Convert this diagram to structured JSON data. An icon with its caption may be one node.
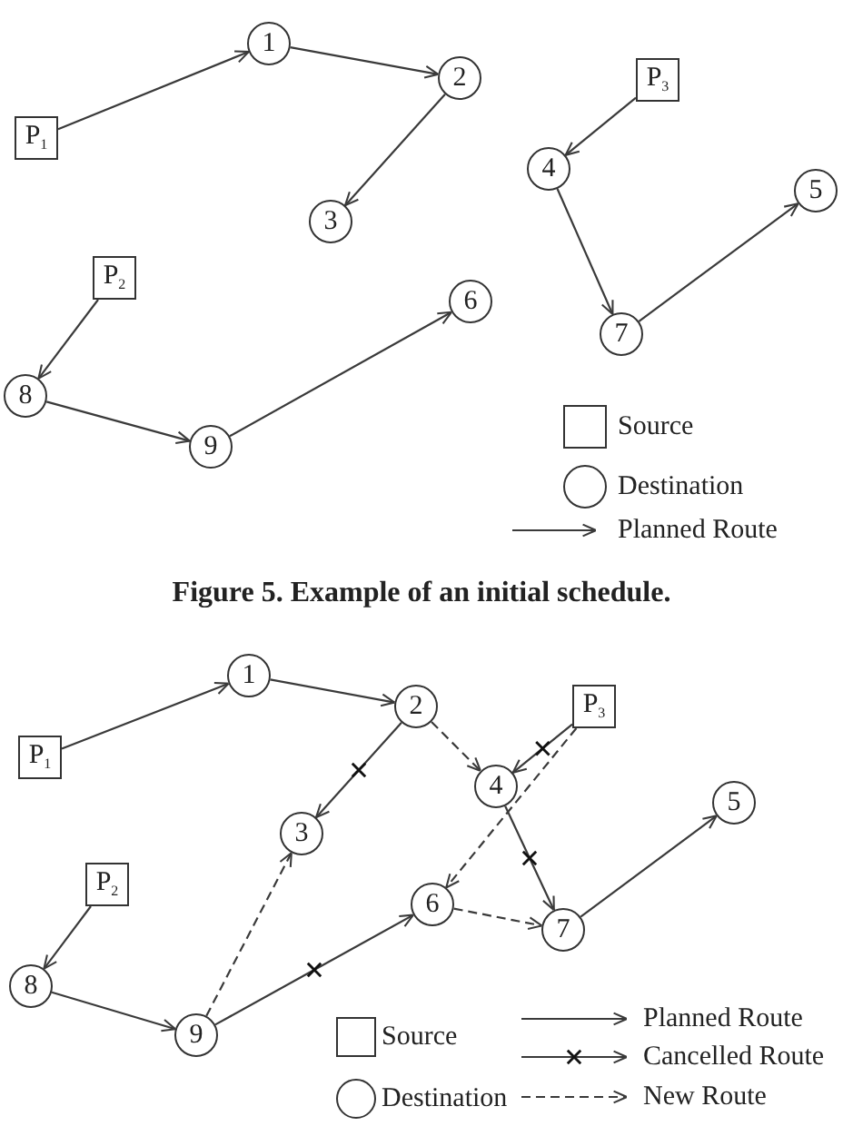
{
  "diagram": {
    "caption": "Figure 5. Example of an initial schedule.",
    "nodes": [
      {
        "text": [
          "1"
        ]
      },
      {
        "text": [
          "2"
        ]
      },
      {
        "text": [
          "P$_{3}$"
        ]
      },
      {
        "text": [
          "P$_{1}$"
        ]
      },
      {
        "text": [
          "4"
        ]
      },
      {
        "text": [
          "5"
        ]
      },
      {
        "text": [
          "3"
        ]
      },
      {
        "text": [
          "P$_{2}$"
        ]
      },
      {
        "text": [
          "6"
        ]
      },
      {
        "text": [
          "7"
        ]
      },
      {
        "text": [
          "8"
        ]
      },
      {
        "text": [
          "9"
        ]
      },
      {
        "text": [
          "1"
        ]
      },
      {
        "text": [
          "2"
        ]
      },
      {
        "text": [
          "P$_{3}$"
        ]
      },
      {
        "text": [
          "P$_{1}$"
        ]
      },
      {
        "text": [
          "4"
        ]
      },
      {
        "text": [
          "5"
        ]
      },
      {
        "text": [
          "3"
        ]
      },
      {
        "text": [
          "P$_{2}$"
        ]
      },
      {
        "text": [
          "6"
        ]
      },
      {
        "text": [
          "7"
        ]
      },
      {
        "text": [
          "8"
        ]
      },
      {
        "text": [
          "9"
        ]
      }
    ],
    "edges": [
      {
        "from": 3,
        "to": 0,
        "arrow": "to"
      },
      {
        "from": 0,
        "to": 1,
        "arrow": "to"
      },
      {
        "from": 1,
        "to": 6,
        "arrow": "to"
      },
      {
        "from": 2,
        "to": 4,
        "arrow": "to"
      },
      {
        "from": 4,
        "to": 9,
        "arrow": "to"
      },
      {
        "from": 9,
        "to": 5,
        "arrow": "to"
      },
      {
        "from": 7,
        "to": 10,
        "arrow": "to"
      },
      {
        "from": 10,
        "to": 11,
        "arrow": "to"
      },
      {
        "from": 11,
        "to": 8,
        "arrow": "to"
      },
      {
        "from": 15,
        "to": 12,
        "arrow": "to"
      },
      {
        "from": 12,
        "to": 13,
        "arrow": "to"
      },
      {
        "from": 13,
        "to": 18,
        "arrow": "to"
      },
      {
        "from": 13,
        "to": 16,
        "arrow": "to",
        "style": "dashed"
      },
      {
        "from": 14,
        "to": 16,
        "arrow": "to"
      },
      {
        "from": 14,
        "to": 20,
        "arrow": "to",
        "style": "dashed"
      },
      {
        "from": 16,
        "to": 21,
        "arrow": "to"
      },
      {
        "from": 21,
        "to": 17,
        "arrow": "to"
      },
      {
        "from": 19,
        "to": 22,
        "arrow": "to"
      },
      {
        "from": 22,
        "to": 23,
        "arrow": "to"
      },
      {
        "from": 23,
        "to": 18,
        "arrow": "to",
        "style": "dashed"
      },
      {
        "from": 23,
        "to": 20,
        "arrow": "to"
      },
      {
        "from": 20,
        "to": 21,
        "arrow": "to",
        "style": "dashed"
      }
    ],
    "legend": [
      {
        "text": "Source"
      },
      {
        "text": "Destination"
      },
      {
        "text": "Planned Route"
      },
      {
        "text": "Source"
      },
      {
        "text": "Destination"
      },
      {
        "text": "Planned Route"
      },
      {
        "text": "Cancelled Route"
      },
      {
        "text": "New Route"
      }
    ]
  }
}
